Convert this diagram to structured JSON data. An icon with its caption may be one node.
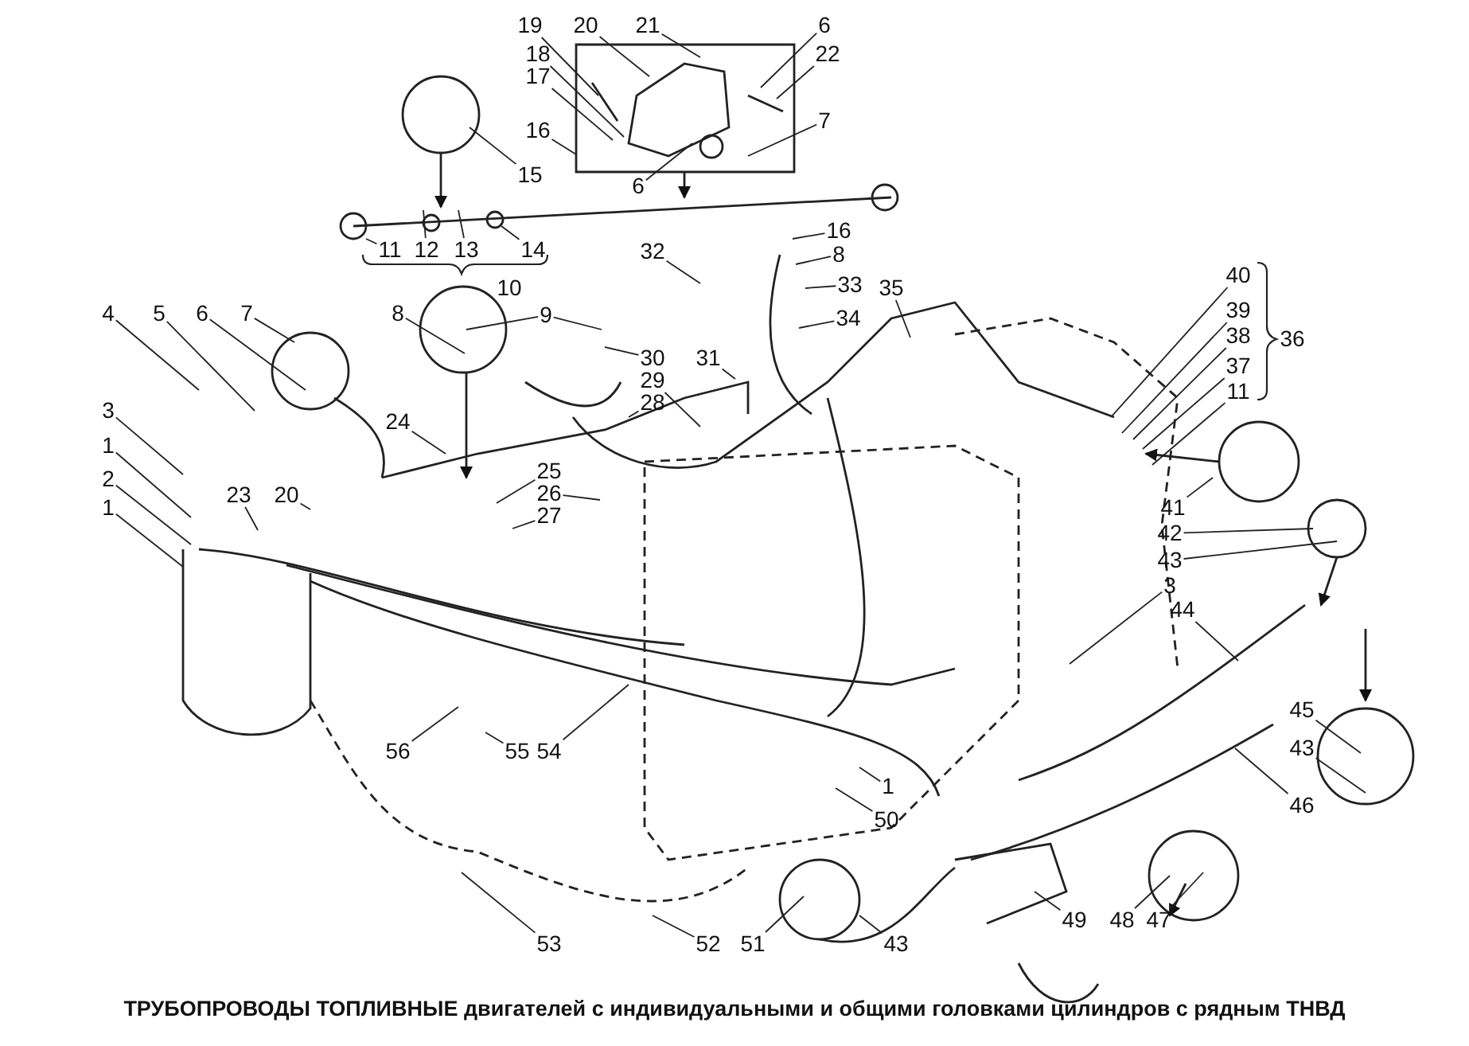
{
  "diagram": {
    "caption": "**ТРУБОПРОВОДЫ ТОПЛИВНЫЕ** двигателей с индивидуальными и общими головками цилиндров с рядным ТНВД",
    "nodes": [
      {
        "text": [
          "19"
        ]
      },
      {
        "text": [
          "20"
        ]
      },
      {
        "text": [
          "21"
        ]
      },
      {
        "text": [
          "6"
        ]
      },
      {
        "text": [
          "18"
        ]
      },
      {
        "text": [
          "22"
        ]
      },
      {
        "text": [
          "17"
        ]
      },
      {
        "text": [
          "7"
        ]
      },
      {
        "text": [
          "16"
        ]
      },
      {
        "text": [
          "15"
        ]
      },
      {
        "text": [
          "6"
        ]
      },
      {
        "text": [
          "16"
        ]
      },
      {
        "text": [
          "11"
        ]
      },
      {
        "text": [
          "12"
        ]
      },
      {
        "text": [
          "13"
        ]
      },
      {
        "text": [
          "14"
        ]
      },
      {
        "text": [
          "32"
        ]
      },
      {
        "text": [
          "8"
        ]
      },
      {
        "text": [
          "40"
        ]
      },
      {
        "text": [
          "33"
        ]
      },
      {
        "text": [
          "35"
        ]
      },
      {
        "text": [
          "34"
        ]
      },
      {
        "text": [
          "39"
        ]
      },
      {
        "text": [
          "4"
        ]
      },
      {
        "text": [
          "5"
        ]
      },
      {
        "text": [
          "6"
        ]
      },
      {
        "text": [
          "7"
        ]
      },
      {
        "text": [
          "8"
        ]
      },
      {
        "text": [
          "9"
        ]
      },
      {
        "text": [
          "38"
        ]
      },
      {
        "text": [
          "30"
        ]
      },
      {
        "text": [
          "31"
        ]
      },
      {
        "text": [
          "37"
        ]
      },
      {
        "text": [
          "29"
        ]
      },
      {
        "text": [
          "11"
        ]
      },
      {
        "text": [
          "28"
        ]
      },
      {
        "text": [
          "3"
        ]
      },
      {
        "text": [
          "24"
        ]
      },
      {
        "text": [
          "1"
        ]
      },
      {
        "text": [
          "25"
        ]
      },
      {
        "text": [
          "2"
        ]
      },
      {
        "text": [
          "26"
        ]
      },
      {
        "text": [
          "23"
        ]
      },
      {
        "text": [
          "20"
        ]
      },
      {
        "text": [
          "1"
        ]
      },
      {
        "text": [
          "41"
        ]
      },
      {
        "text": [
          "27"
        ]
      },
      {
        "text": [
          "42"
        ]
      },
      {
        "text": [
          "43"
        ]
      },
      {
        "text": [
          "3"
        ]
      },
      {
        "text": [
          "44"
        ]
      },
      {
        "text": [
          "45"
        ]
      },
      {
        "text": [
          "56"
        ]
      },
      {
        "text": [
          "55"
        ]
      },
      {
        "text": [
          "54"
        ]
      },
      {
        "text": [
          "43"
        ]
      },
      {
        "text": [
          "1"
        ]
      },
      {
        "text": [
          "46"
        ]
      },
      {
        "text": [
          "50"
        ]
      },
      {
        "text": [
          "49"
        ]
      },
      {
        "text": [
          "48"
        ]
      },
      {
        "text": [
          "47"
        ]
      },
      {
        "text": [
          "53"
        ]
      },
      {
        "text": [
          "52"
        ]
      },
      {
        "text": [
          "51"
        ]
      },
      {
        "text": [
          "43"
        ]
      }
    ],
    "edges": [
      {
        "from": 0,
        "to": null,
        "arrow": "none"
      },
      {
        "from": 1,
        "to": null,
        "arrow": "none"
      },
      {
        "from": 2,
        "to": null,
        "arrow": "none"
      },
      {
        "from": 3,
        "to": null,
        "arrow": "none"
      },
      {
        "from": 4,
        "to": null,
        "arrow": "none"
      },
      {
        "from": 5,
        "to": null,
        "arrow": "none"
      },
      {
        "from": 6,
        "to": null,
        "arrow": "none"
      },
      {
        "from": 7,
        "to": null,
        "arrow": "none"
      },
      {
        "from": 8,
        "to": null,
        "arrow": "none"
      },
      {
        "from": 9,
        "to": null,
        "arrow": "none"
      },
      {
        "from": 10,
        "to": null,
        "arrow": "none"
      },
      {
        "from": 11,
        "to": null,
        "arrow": "none"
      },
      {
        "from": 12,
        "to": null,
        "arrow": "none"
      },
      {
        "from": 13,
        "to": null,
        "arrow": "none"
      },
      {
        "from": 14,
        "to": null,
        "arrow": "none"
      },
      {
        "from": 15,
        "to": null,
        "arrow": "none"
      },
      {
        "from": 16,
        "to": null,
        "arrow": "none"
      },
      {
        "from": 17,
        "to": null,
        "arrow": "none"
      },
      {
        "from": 18,
        "to": null,
        "arrow": "none"
      },
      {
        "from": 19,
        "to": null,
        "arrow": "none"
      },
      {
        "from": 20,
        "to": null,
        "arrow": "none"
      },
      {
        "from": 21,
        "to": null,
        "arrow": "none"
      },
      {
        "from": 22,
        "to": null,
        "arrow": "none"
      },
      {
        "from": 23,
        "to": null,
        "arrow": "none"
      },
      {
        "from": 24,
        "to": null,
        "arrow": "none"
      },
      {
        "from": 25,
        "to": null,
        "arrow": "none"
      },
      {
        "from": 26,
        "to": null,
        "arrow": "none"
      },
      {
        "from": 27,
        "to": null,
        "arrow": "none"
      },
      {
        "from": 28,
        "to": null,
        "arrow": "none"
      },
      {
        "from": 28,
        "to": null,
        "arrow": "none"
      },
      {
        "from": 29,
        "to": null,
        "arrow": "none"
      },
      {
        "from": 30,
        "to": null,
        "arrow": "none"
      },
      {
        "from": 31,
        "to": null,
        "arrow": "none"
      },
      {
        "from": 32,
        "to": null,
        "arrow": "none"
      },
      {
        "from": 33,
        "to": null,
        "arrow": "none"
      },
      {
        "from": 34,
        "to": null,
        "arrow": "none"
      },
      {
        "from": 35,
        "to": null,
        "arrow": "none"
      },
      {
        "from": 36,
        "to": null,
        "arrow": "none"
      },
      {
        "from": 37,
        "to": null,
        "arrow": "none"
      },
      {
        "from": 38,
        "to": null,
        "arrow": "none"
      },
      {
        "from": 39,
        "to": null,
        "arrow": "none"
      },
      {
        "from": 40,
        "to": null,
        "arrow": "none"
      },
      {
        "from": 41,
        "to": null,
        "arrow": "none"
      },
      {
        "from": 42,
        "to": null,
        "arrow": "none"
      },
      {
        "from": 43,
        "to": null,
        "arrow": "none"
      },
      {
        "from": 44,
        "to": null,
        "arrow": "none"
      },
      {
        "from": 45,
        "to": null,
        "arrow": "none"
      },
      {
        "from": 46,
        "to": null,
        "arrow": "none"
      },
      {
        "from": 47,
        "to": null,
        "arrow": "none"
      },
      {
        "from": 48,
        "to": null,
        "arrow": "none"
      },
      {
        "from": 49,
        "to": null,
        "arrow": "none"
      },
      {
        "from": 50,
        "to": null,
        "arrow": "none"
      },
      {
        "from": 51,
        "to": null,
        "arrow": "none"
      },
      {
        "from": 52,
        "to": null,
        "arrow": "none"
      },
      {
        "from": 53,
        "to": null,
        "arrow": "none"
      },
      {
        "from": 54,
        "to": null,
        "arrow": "none"
      },
      {
        "from": 55,
        "to": null,
        "arrow": "none"
      },
      {
        "from": 56,
        "to": null,
        "arrow": "none"
      },
      {
        "from": 57,
        "to": null,
        "arrow": "none"
      },
      {
        "from": 58,
        "to": null,
        "arrow": "none"
      },
      {
        "from": 59,
        "to": null,
        "arrow": "none"
      },
      {
        "from": 60,
        "to": null,
        "arrow": "none"
      },
      {
        "from": 61,
        "to": null,
        "arrow": "none"
      },
      {
        "from": 62,
        "to": null,
        "arrow": "none"
      },
      {
        "from": 63,
        "to": null,
        "arrow": "none"
      },
      {
        "from": 64,
        "to": null,
        "arrow": "none"
      },
      {
        "from": 65,
        "to": null,
        "arrow": "none"
      }
    ],
    "labels": [
      "10",
      "36"
    ]
  }
}
